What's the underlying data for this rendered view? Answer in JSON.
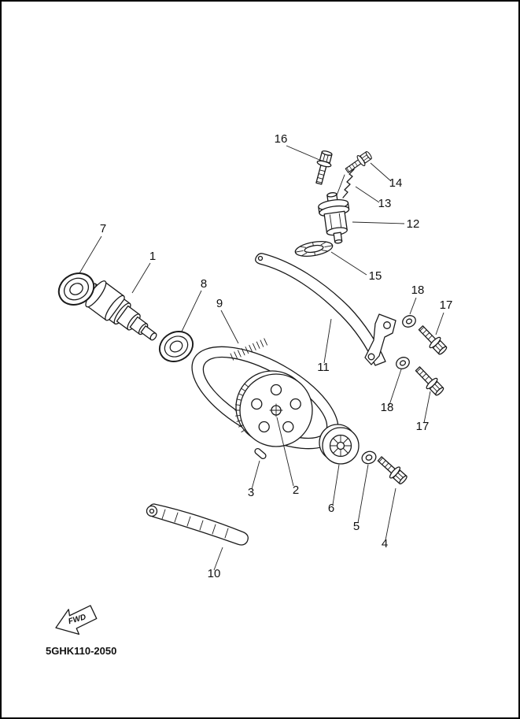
{
  "diagram": {
    "code": "5GHK110-2050",
    "fwd_label": "FWD",
    "callouts": [
      {
        "num": "16"
      },
      {
        "num": "14"
      },
      {
        "num": "13"
      },
      {
        "num": "12"
      },
      {
        "num": "15"
      },
      {
        "num": "7"
      },
      {
        "num": "1"
      },
      {
        "num": "8"
      },
      {
        "num": "9"
      },
      {
        "num": "18"
      },
      {
        "num": "17"
      },
      {
        "num": "11"
      },
      {
        "num": "18"
      },
      {
        "num": "17"
      },
      {
        "num": "2"
      },
      {
        "num": "3"
      },
      {
        "num": "6"
      },
      {
        "num": "5"
      },
      {
        "num": "4"
      },
      {
        "num": "10"
      }
    ]
  }
}
